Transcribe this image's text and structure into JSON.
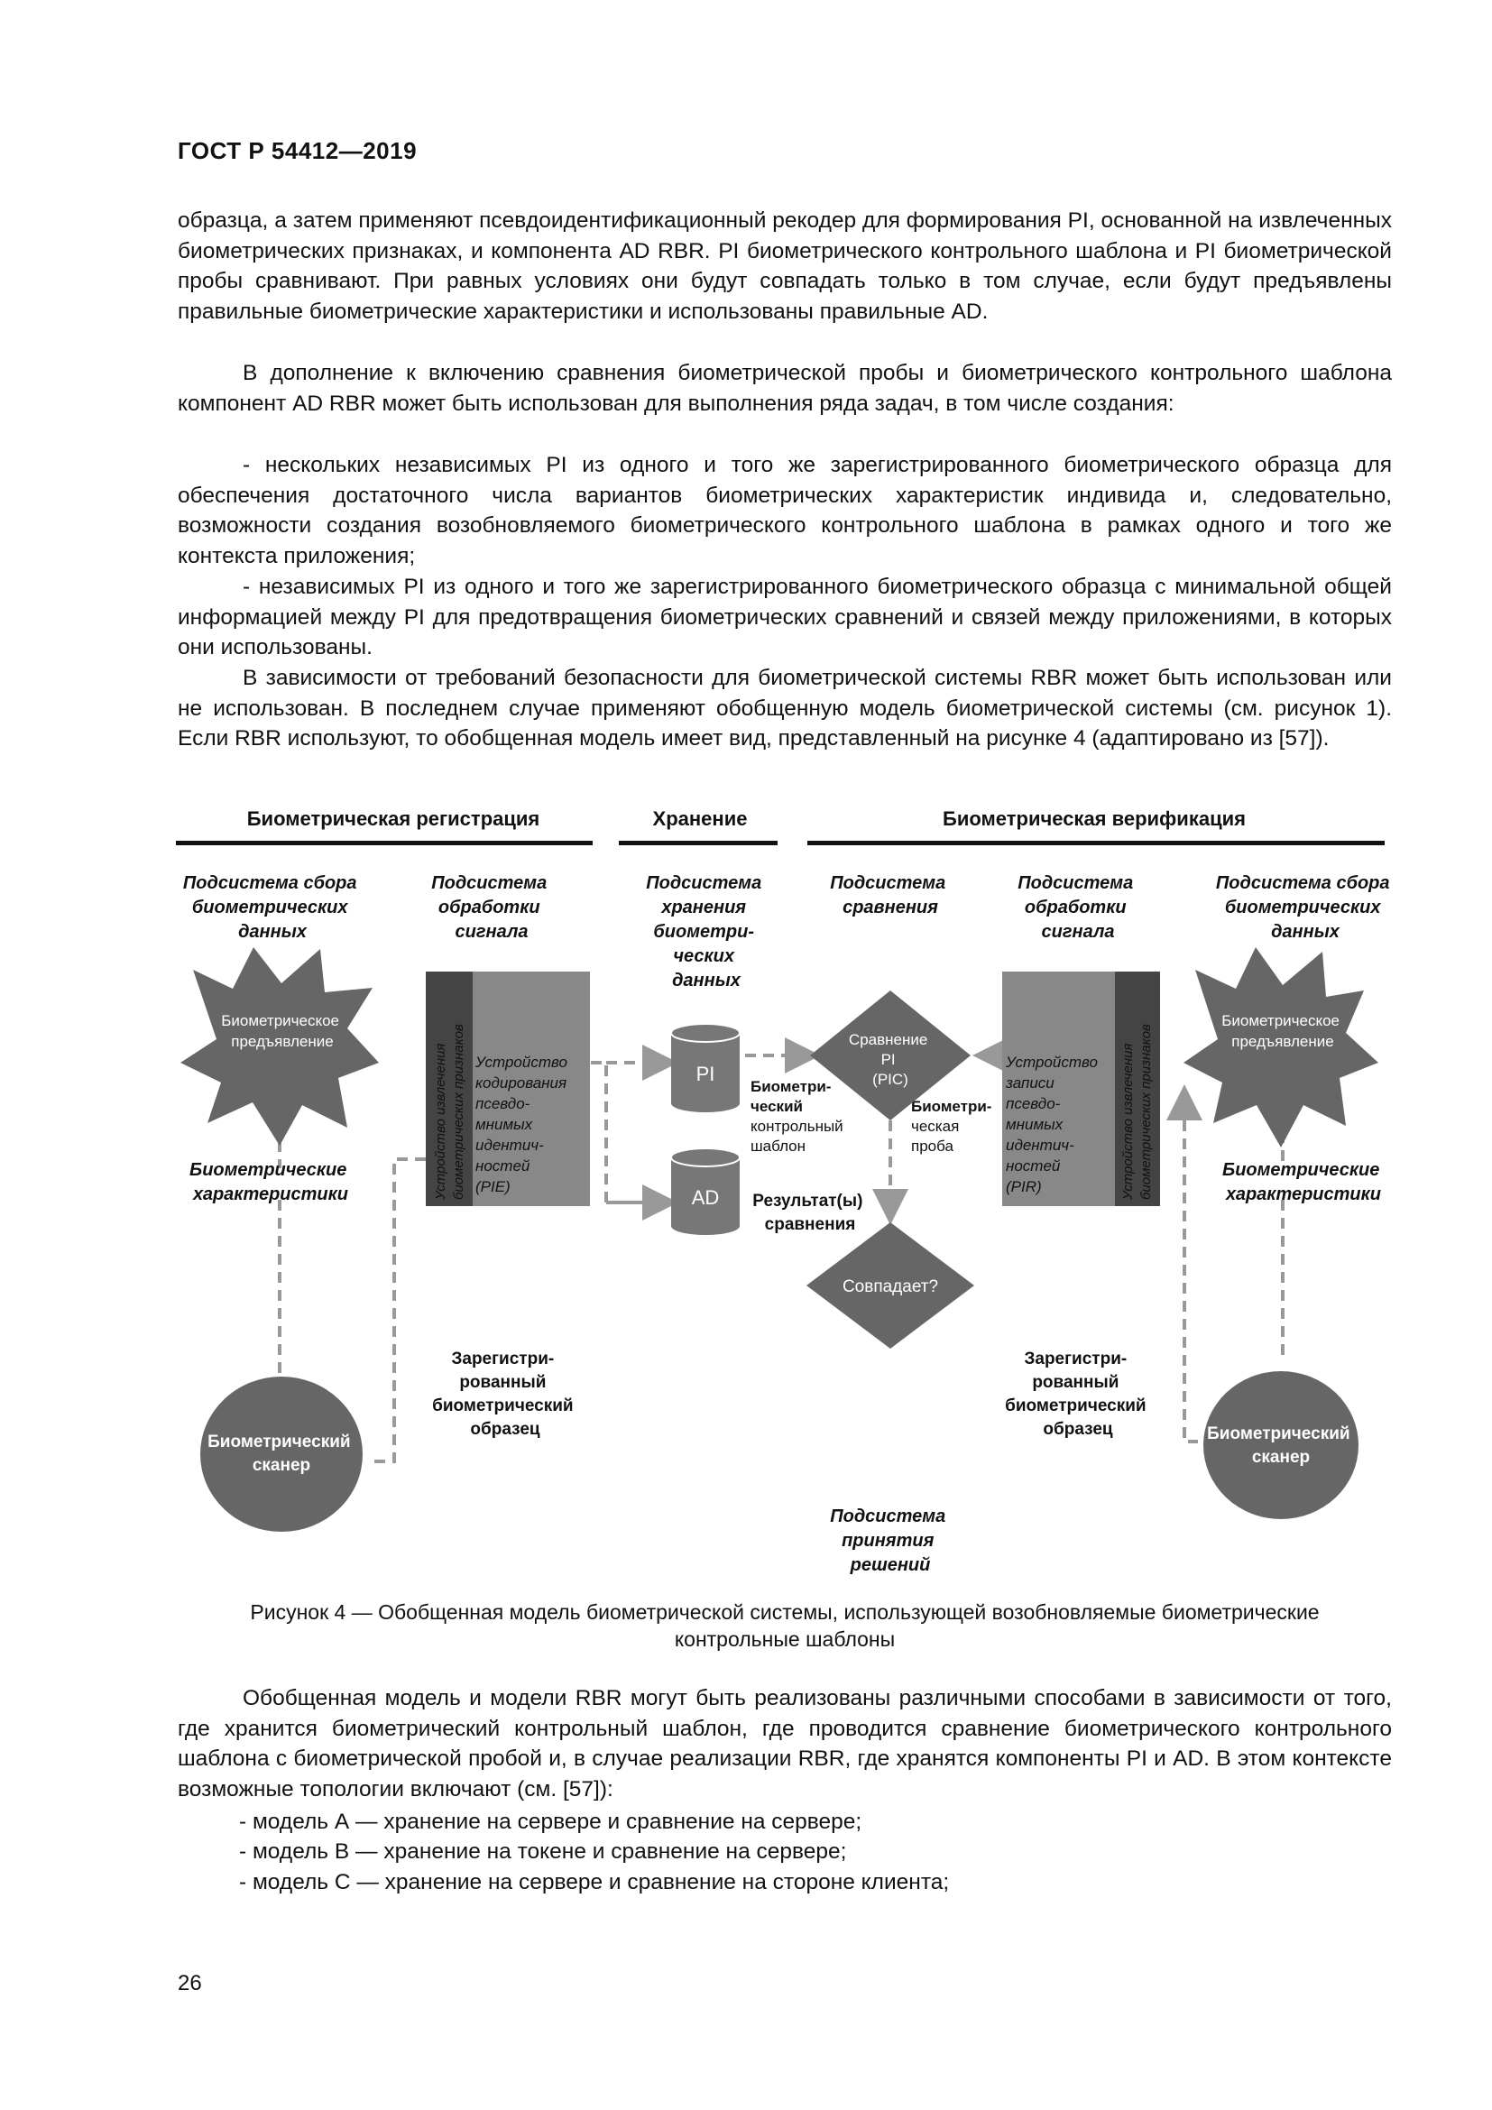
{
  "header": "ГОСТ Р 54412—2019",
  "paragraphs": {
    "p1": "образца, а затем применяют псевдоидентификационный рекодер для формирования PI, основанной на извлеченных биометрических признаках, и компонента AD RBR. PI биометрического контрольного шаблона и PI биометрической пробы сравнивают. При равных условиях они будут совпадать только в том случае, если будут предъявлены правильные биометрические характеристики и использованы правильные AD.",
    "p2": "В дополнение к включению сравнения биометрической пробы и биометрического контрольного шаблона компонент AD RBR может быть использован для выполнения ряда задач, в том числе создания:",
    "p3": "- нескольких независимых PI из одного и того же зарегистрированного биометрического образца для обеспечения достаточного числа вариантов биометрических характеристик индивида и, следовательно, возможности создания возобновляемого биометрического контрольного шаблона в рамках одного и того же контекста приложения;",
    "p4": "- независимых PI из одного и того же зарегистрированного биометрического образца с минимальной общей информацией между PI для предотвращения биометрических сравнений и связей между приложениями, в которых они использованы.",
    "p5": "В зависимости от требований безопасности для биометрической системы RBR может быть использован или не использован. В последнем случае применяют обобщенную модель биометрической системы (см. рисунок 1). Если RBR используют, то обобщенная модель имеет вид, представленный на рисунке 4 (адаптировано из [57]).",
    "p6": "Обобщенная модель и модели RBR могут быть реализованы различными способами в зависимости от того, где хранится биометрический контрольный шаблон, где проводится сравнение биометрического контрольного шаблона с биометрической пробой и, в случае реализации RBR, где хранятся компоненты PI и AD. В этом контексте возможные топологии включают (см. [57]):"
  },
  "bullets": [
    "- модель А — хранение на сервере и сравнение на сервере;",
    "- модель В — хранение на токене и сравнение на сервере;",
    "- модель С — хранение на сервере и сравнение на стороне клиента;"
  ],
  "figure": {
    "sections": {
      "registration": "Биометрическая регистрация",
      "storage": "Хранение",
      "verification": "Биометрическая верификация"
    },
    "subsystems": {
      "capture_left": [
        "Подсистема сбора",
        "биометрических",
        "данных"
      ],
      "signal_left": [
        "Подсистема",
        "обработки",
        "сигнала"
      ],
      "storage": [
        "Подсистема",
        "хранения",
        "биометри-",
        "ческих",
        "данных"
      ],
      "comparison": [
        "Подсистема",
        "сравнения"
      ],
      "signal_right": [
        "Подсистема",
        "обработки",
        "сигнала"
      ],
      "capture_right": [
        "Подсистема сбора",
        "биометрических",
        "данных"
      ],
      "decision": [
        "Подсистема",
        "принятия",
        "решений"
      ]
    },
    "presentation": [
      "Биометрическое",
      "предъявление"
    ],
    "characteristics": [
      "Биометрические",
      "характеристики"
    ],
    "scanner": [
      "Биометрический",
      "сканер"
    ],
    "feature_extraction": [
      "Устройство извлечения",
      "биометрических признаков"
    ],
    "pie_device": [
      "Устройство",
      "кодирования",
      "псевдо-",
      "мнимых",
      "идентич-",
      "ностей",
      "(PIE)"
    ],
    "pir_device": [
      "Устройство",
      "записи",
      "псевдо-",
      "мнимых",
      "идентич-",
      "ностей",
      "(PIR)"
    ],
    "pi": "PI",
    "ad": "AD",
    "reference_template": [
      "Биометри-",
      "ческий",
      "контрольный",
      "шаблон"
    ],
    "probe": [
      "Биометри-",
      "ческая",
      "проба"
    ],
    "compare_pi": [
      "Сравнение",
      "PI",
      "(PIC)"
    ],
    "result": [
      "Результат(ы)",
      "сравнения"
    ],
    "match": "Совпадает?",
    "enrolled_sample": [
      "Зарегистри-",
      "рованный",
      "биометрический",
      "образец"
    ]
  },
  "caption": [
    "Рисунок 4 — Обобщенная модель биометрической системы, использующей возобновляемые биометрические",
    "контрольные шаблоны"
  ],
  "page_number": "26"
}
